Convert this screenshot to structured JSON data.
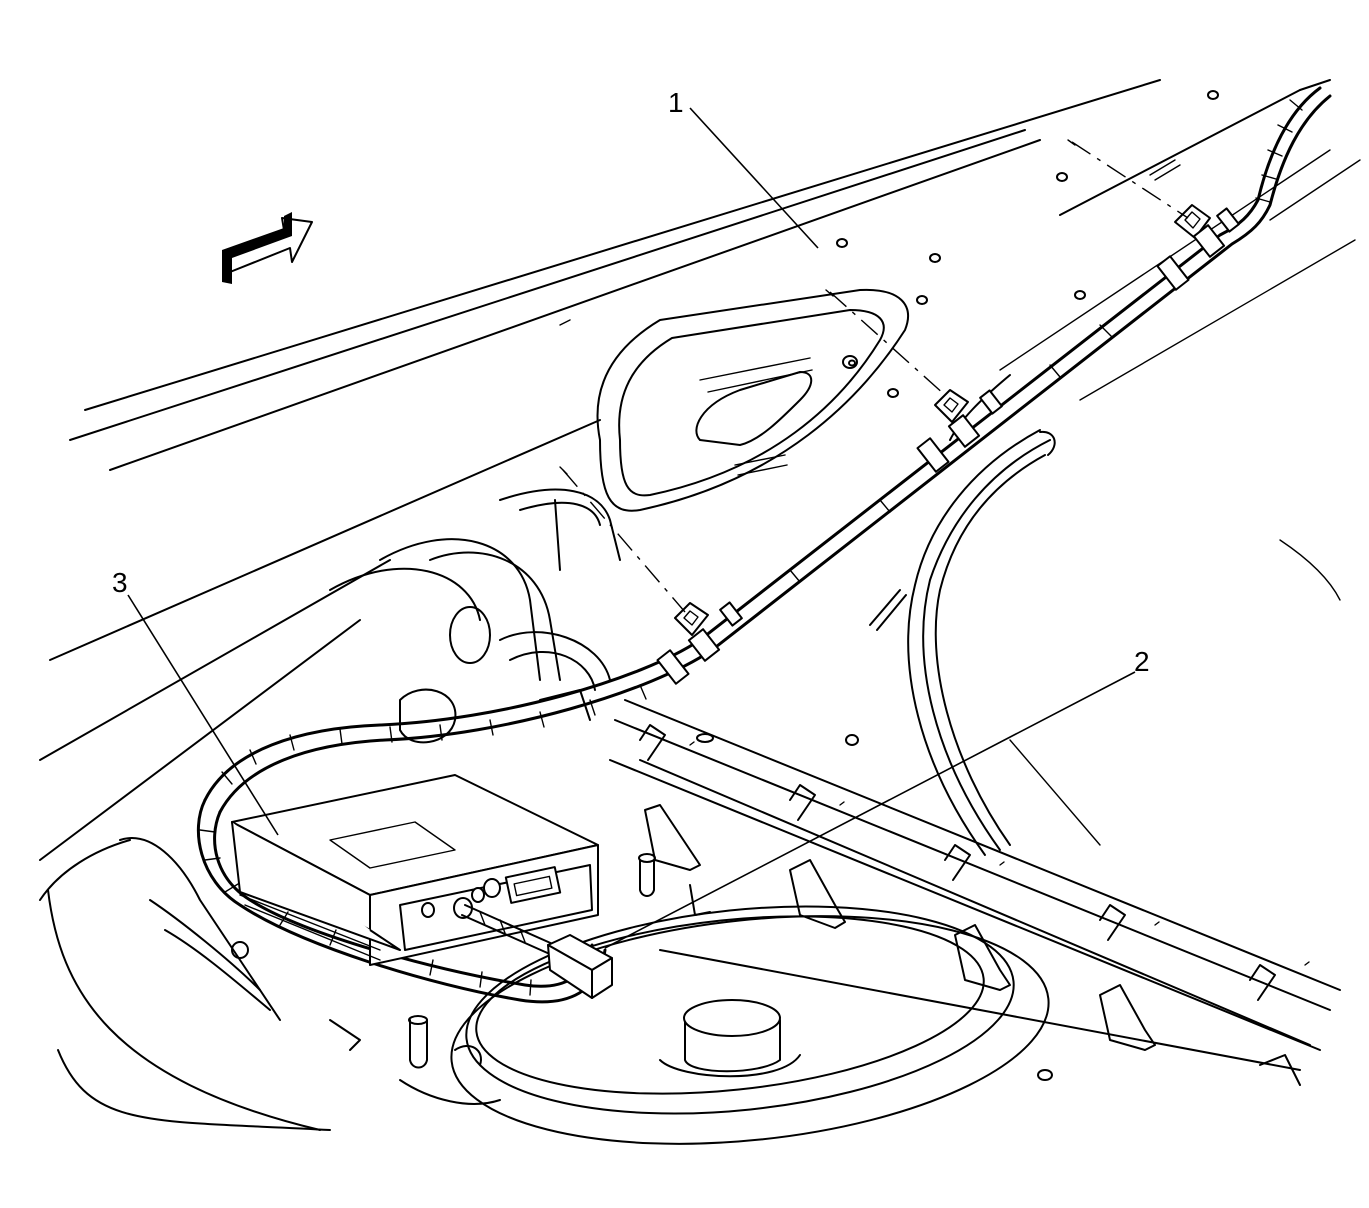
{
  "callouts": [
    {
      "id": "1",
      "label": "1"
    },
    {
      "id": "2",
      "label": "2"
    },
    {
      "id": "3",
      "label": "3"
    }
  ],
  "icons": {
    "direction_arrow": "forward-arrow-icon"
  },
  "colors": {
    "line": "#000000",
    "background": "#ffffff"
  }
}
